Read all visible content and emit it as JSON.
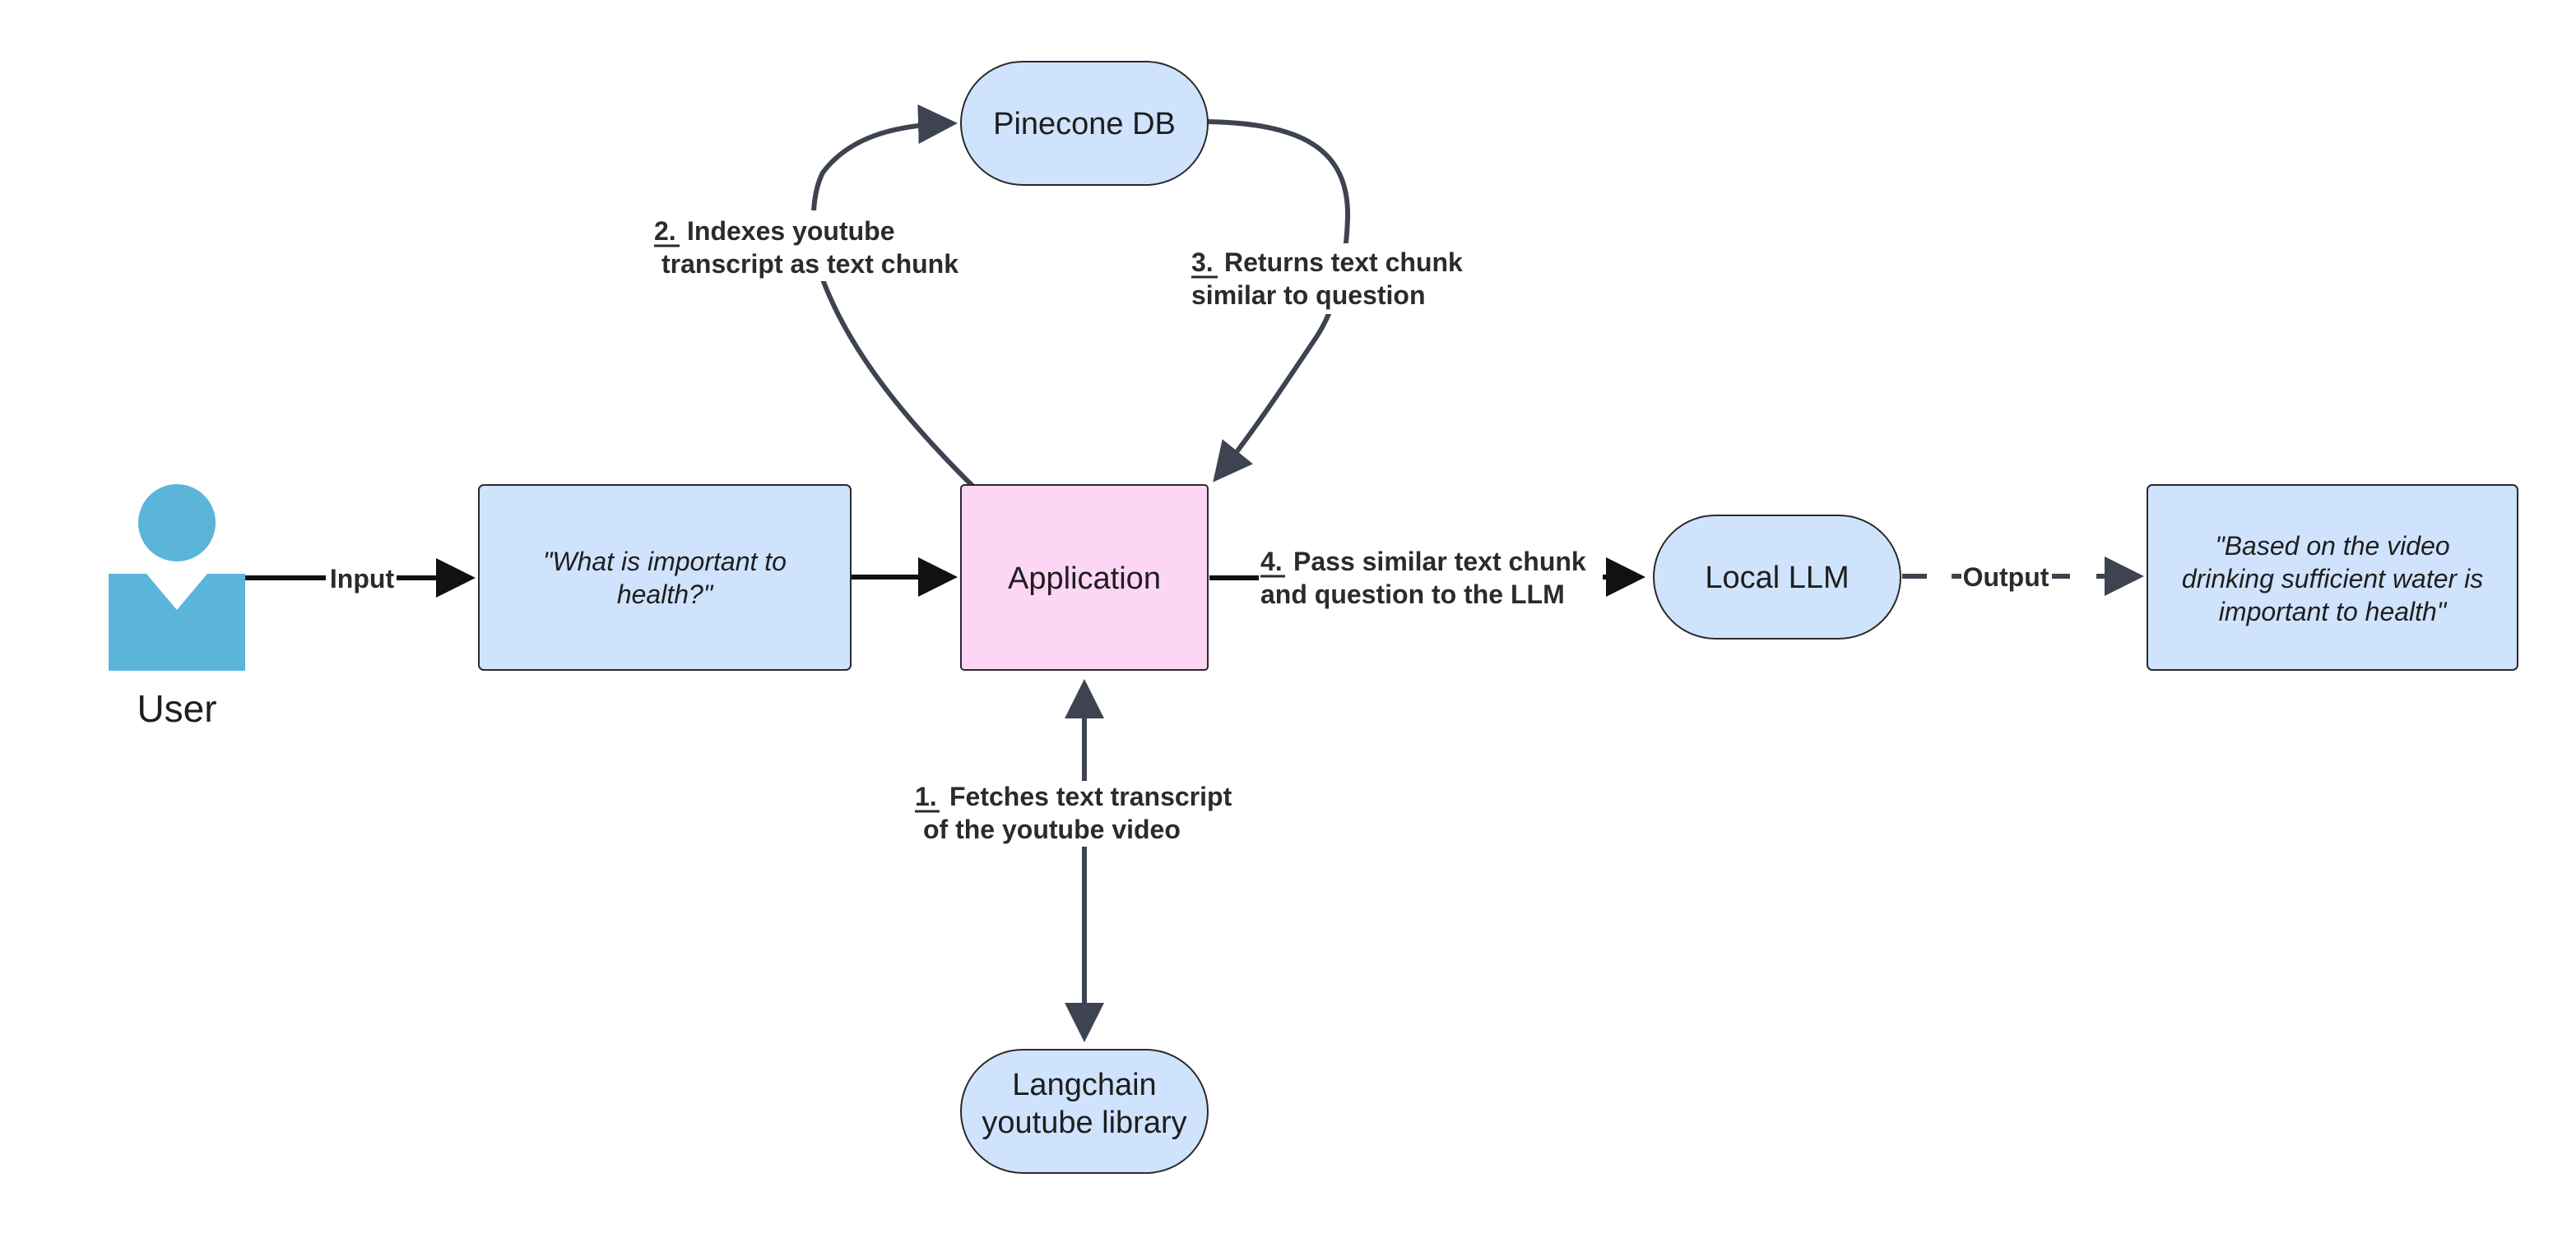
{
  "nodes": {
    "user": {
      "label": "User"
    },
    "query": {
      "line1": "\"What is important to",
      "line2": "health?\""
    },
    "application": {
      "label": "Application"
    },
    "pinecone": {
      "label": "Pinecone DB"
    },
    "langchain": {
      "line1": "Langchain",
      "line2": "youtube library"
    },
    "local_llm": {
      "label": "Local LLM"
    },
    "answer": {
      "line1": "\"Based on the video",
      "line2": "drinking sufficient water is",
      "line3": "important to health\""
    }
  },
  "edges": {
    "input": {
      "label": "Input"
    },
    "output": {
      "label": "Output"
    },
    "step1": {
      "num": "1.",
      "line1": "Fetches text transcript",
      "line2": "of the youtube video"
    },
    "step2": {
      "num": "2.",
      "line1": "Indexes youtube",
      "line2": "transcript as text chunk"
    },
    "step3": {
      "num": "3.",
      "line1": "Returns  text chunk",
      "line2": "similar to question"
    },
    "step4": {
      "num": "4.",
      "line1": "Pass similar text chunk",
      "line2": "and question to the LLM"
    }
  },
  "colors": {
    "node_fill": "#cfe3fd",
    "application_fill": "#fdd5f5",
    "user_icon": "#5ab5d9",
    "arrow": "#3d4350",
    "arrow_black": "#111111",
    "stroke": "#2a2a2a"
  }
}
